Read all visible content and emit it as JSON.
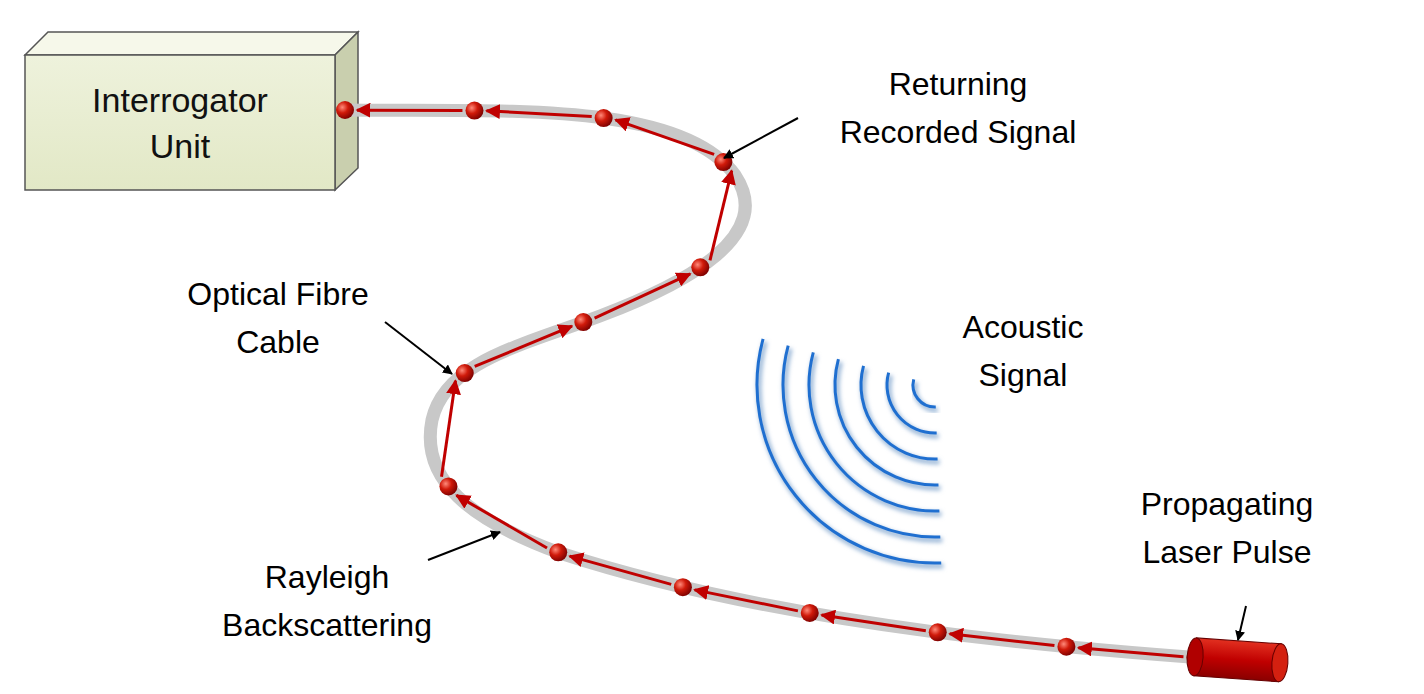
{
  "diagram": {
    "nodes": [
      {
        "text": [
          "Interrogator Unit"
        ]
      }
    ],
    "labels": [
      "Returning Recorded Signal",
      "Optical Fibre Cable",
      "Acoustic Signal",
      "Propagating Laser Pulse",
      "Rayleigh Backscattering"
    ]
  }
}
